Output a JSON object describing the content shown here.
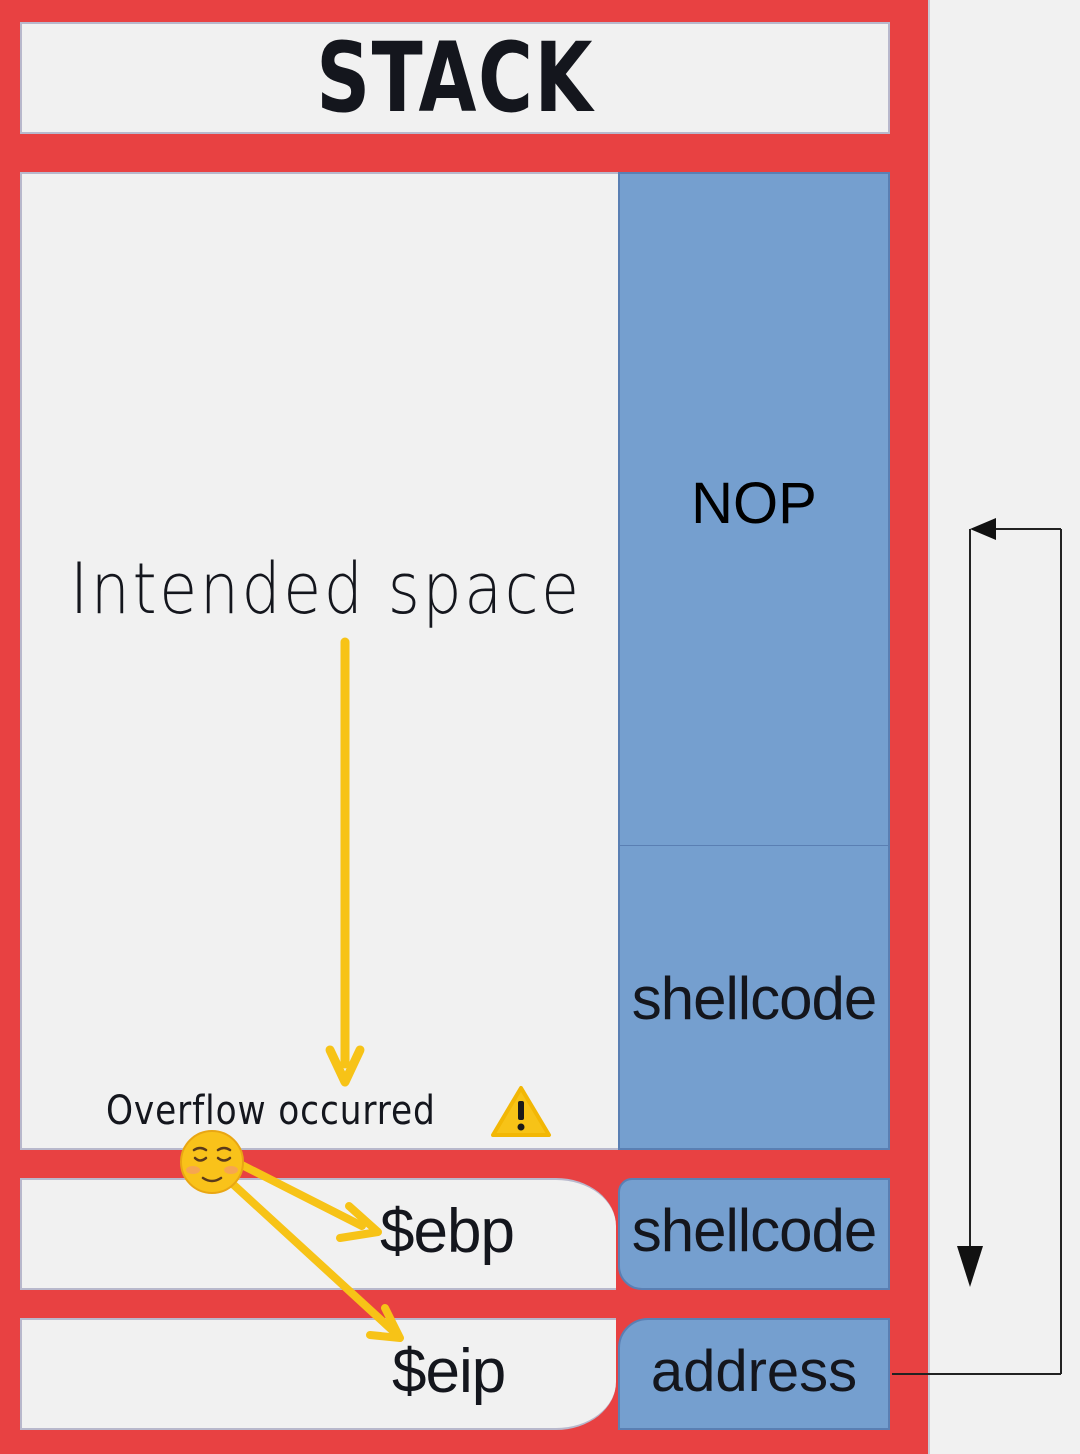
{
  "title": "STACK",
  "labels": {
    "intended_space": "Intended space",
    "overflow": "Overflow occurred",
    "nop": "NOP",
    "shellcode": "shellcode",
    "ebp": "$ebp",
    "shellcode_ebp": "shellcode",
    "eip": "$eip",
    "address": "address"
  },
  "icons": {
    "warning": "warning-icon",
    "emoji": "relieved-face-emoji"
  },
  "colors": {
    "frame": "#e84142",
    "payload": "#759fcf",
    "arrow": "#f7c317",
    "background": "#f1f1f1"
  }
}
